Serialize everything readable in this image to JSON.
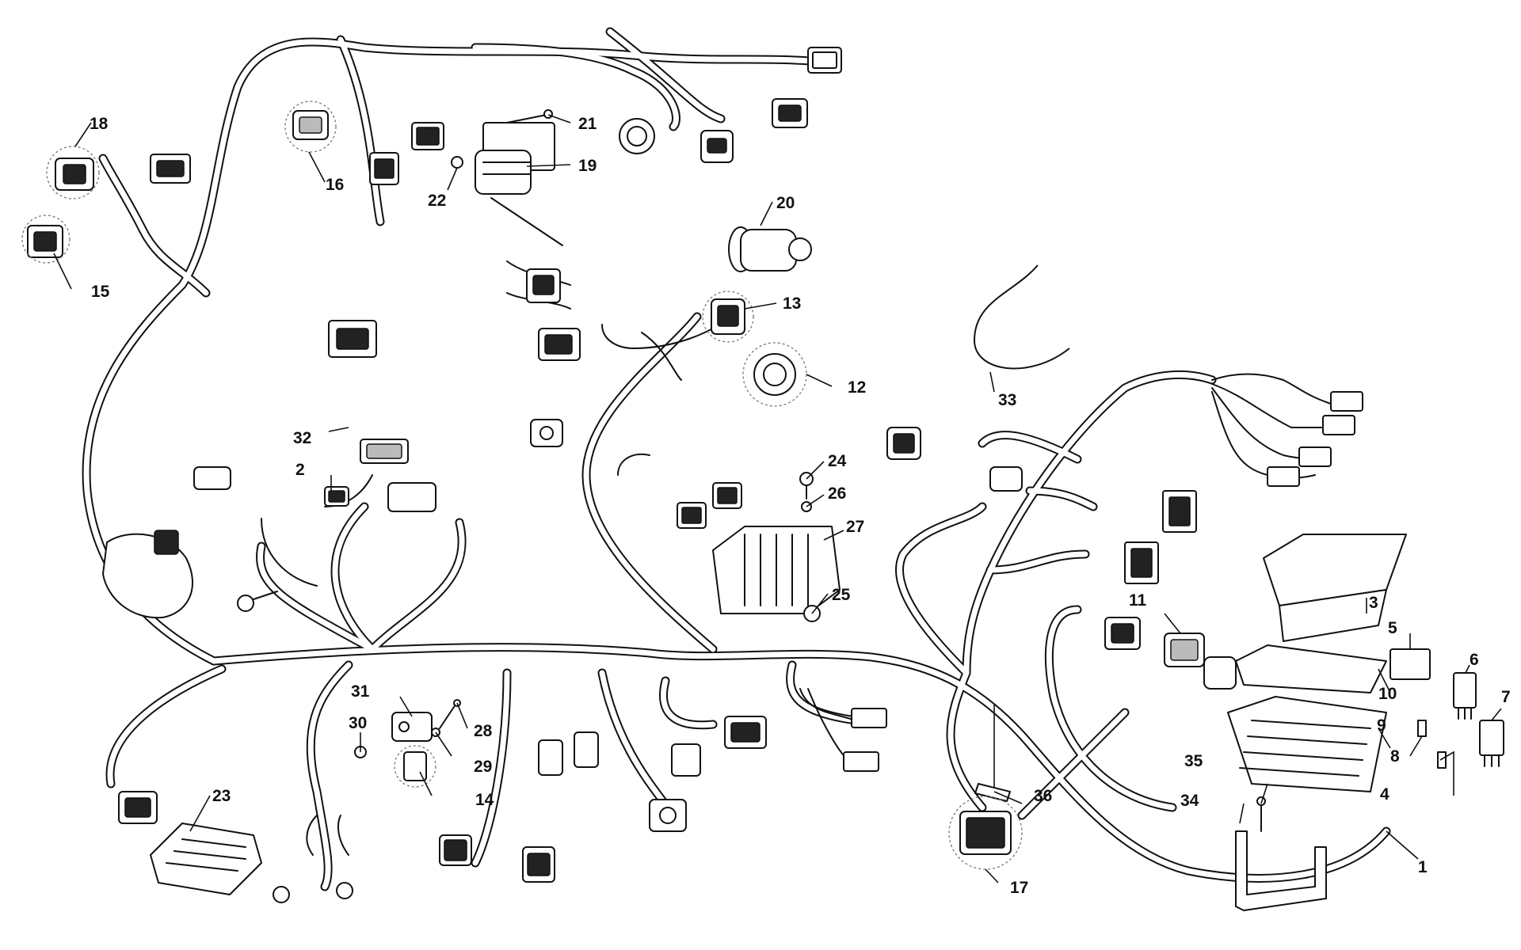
{
  "diagram": {
    "labels": [
      "1",
      "2",
      "3",
      "4",
      "5",
      "6",
      "7",
      "8",
      "9",
      "10",
      "11",
      "12",
      "13",
      "14",
      "15",
      "16",
      "17",
      "18",
      "19",
      "20",
      "21",
      "22",
      "23",
      "24",
      "25",
      "26",
      "27",
      "28",
      "29",
      "30",
      "31",
      "32",
      "33",
      "34",
      "35",
      "36"
    ]
  },
  "colors": {
    "line": "#111111",
    "background": "#ffffff",
    "callout": "#777777"
  }
}
